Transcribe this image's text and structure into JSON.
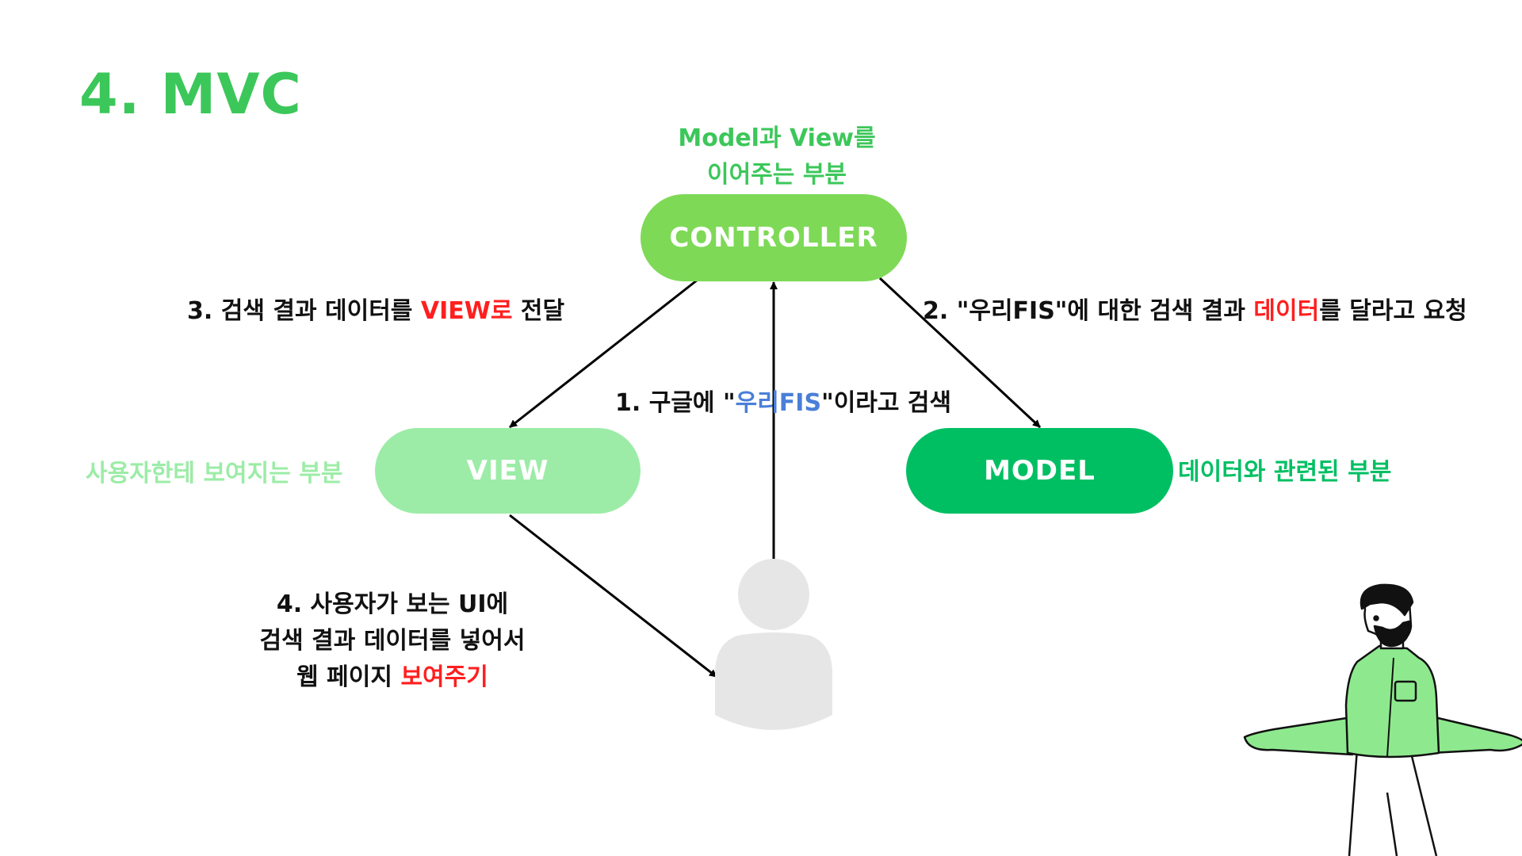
{
  "title": "4. MVC",
  "nodes": {
    "controller": "CONTROLLER",
    "view": "VIEW",
    "model": "MODEL"
  },
  "descriptions": {
    "controller_line1": "Model과 View를",
    "controller_line2": "이어주는 부분",
    "view": "사용자한테 보여지는 부분",
    "model": "데이터와 관련된 부분"
  },
  "steps": {
    "step1": {
      "pre": "1. 구글에 \"",
      "highlight": "우리FIS",
      "post": "\"이라고 검색"
    },
    "step2": {
      "pre": "2. \"우리FIS\"에 대한 검색 결과 ",
      "highlight": "데이터",
      "post": "를 달라고 요청"
    },
    "step3": {
      "pre": "3. 검색 결과 데이터를 ",
      "highlight": "VIEW로",
      "post": " 전달"
    },
    "step4": {
      "line1": "4. 사용자가 보는 UI에",
      "line2": "검색 결과 데이터를 넣어서",
      "line3_pre": "웹 페이지 ",
      "line3_highlight": "보여주기"
    }
  },
  "colors": {
    "title": "#3cc75a",
    "controller": "#7ed957",
    "view": "#9ceca7",
    "model": "#00bf63",
    "highlight_red": "#ff1f1f",
    "highlight_blue": "#4a7fd8",
    "user_icon": "#e6e6e6"
  },
  "icons": {
    "user": "user-silhouette-icon",
    "character": "bearded-man-illustration"
  }
}
